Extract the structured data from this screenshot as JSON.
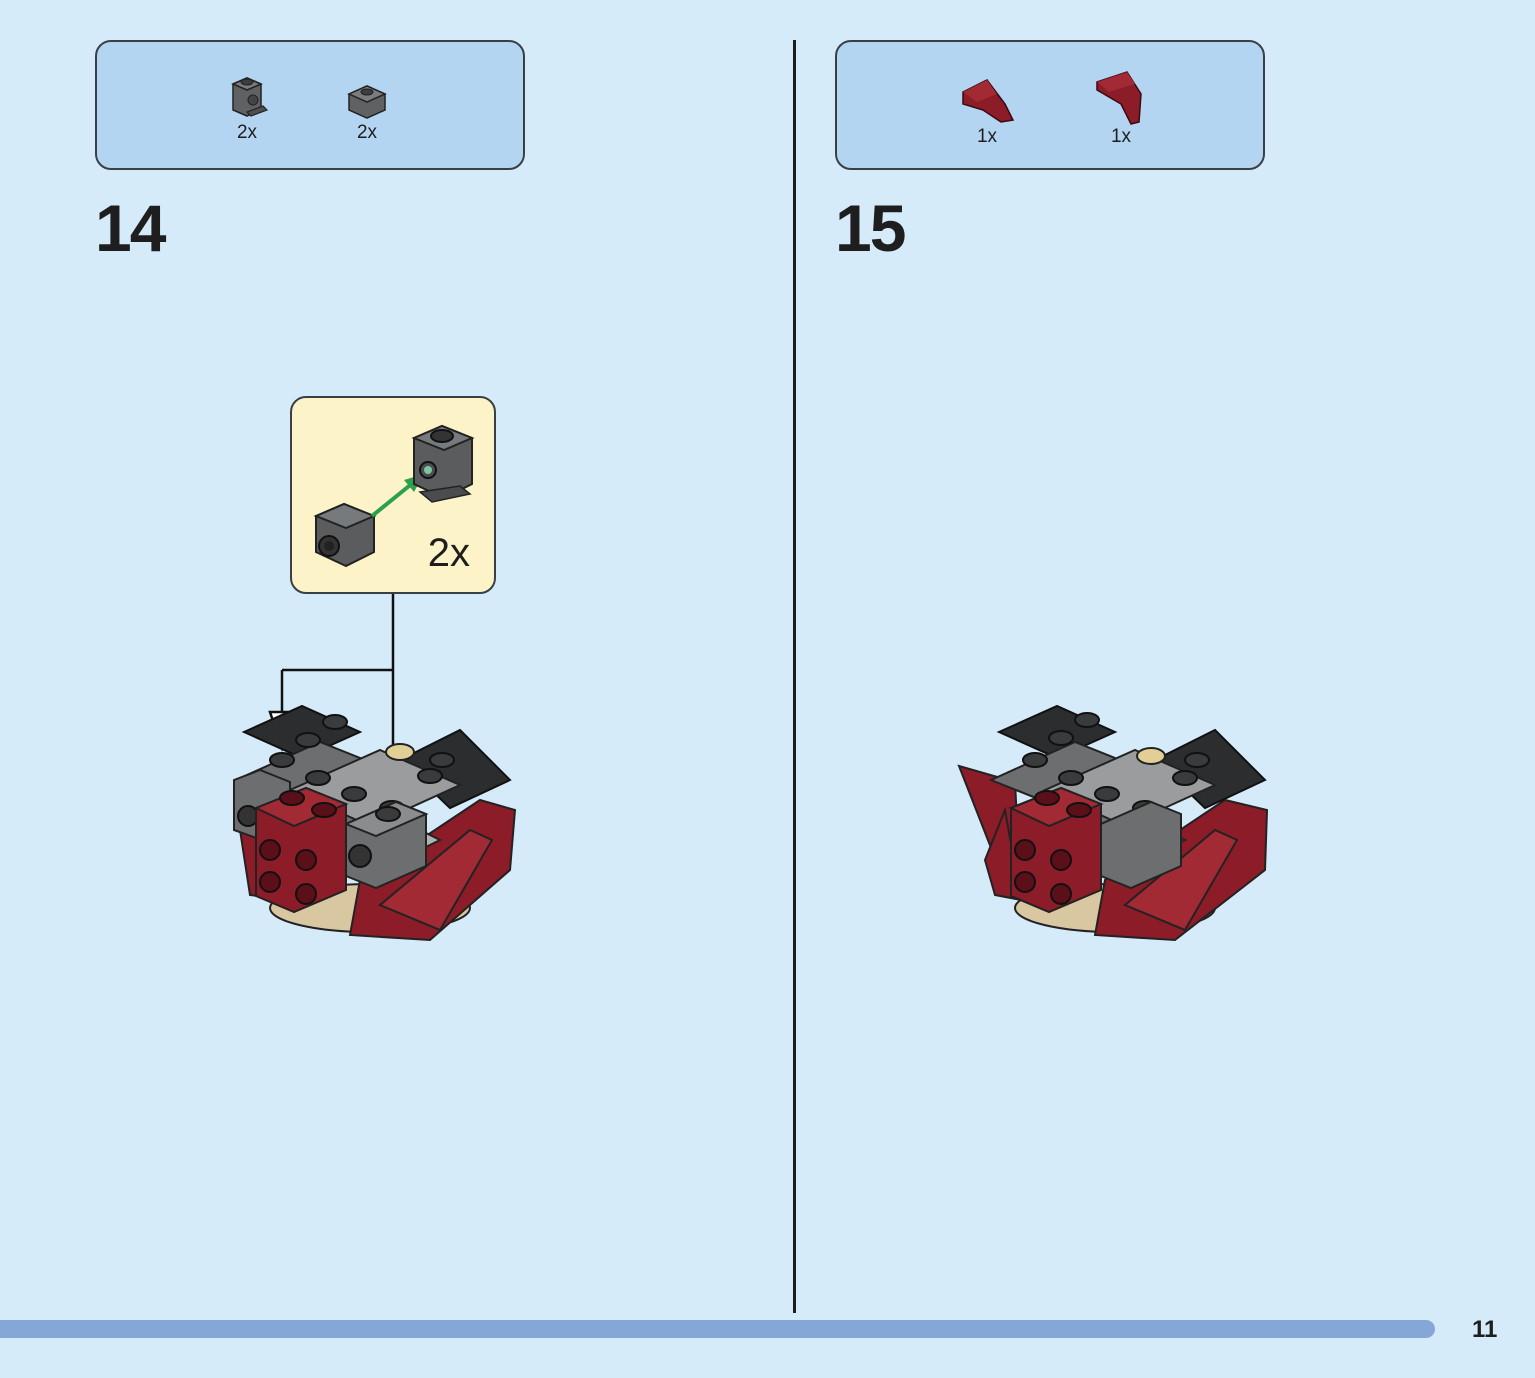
{
  "steps": [
    {
      "number": "14",
      "parts": [
        {
          "icon": "dark-gray-bracket-brick-icon",
          "qty": "2x"
        },
        {
          "icon": "dark-gray-1x1-plate-icon",
          "qty": "2x"
        }
      ],
      "callout": {
        "qty": "2x"
      }
    },
    {
      "number": "15",
      "parts": [
        {
          "icon": "dark-red-wedge-plate-icon",
          "qty": "1x"
        },
        {
          "icon": "dark-red-wedge-plate-icon",
          "qty": "1x"
        }
      ]
    }
  ],
  "page_number": "11",
  "colors": {
    "background": "#d6ebfa",
    "parts_box": "#b3d5f2",
    "callout": "#fdf3c8",
    "dark_red": "#8b1c28",
    "dark_gray": "#5f6163",
    "arrow_green": "#2aa14a",
    "progress_bar": "#84a7d8"
  }
}
